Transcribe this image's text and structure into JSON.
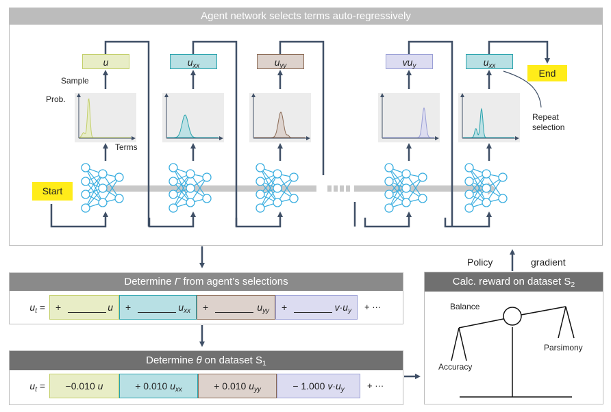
{
  "top_panel": {
    "title": "Agent network selects terms auto-regressively",
    "start_label": "Start",
    "end_label": "End",
    "sample_label": "Sample",
    "prob_label": "Prob.",
    "terms_label": "Terms",
    "repeat_label_line1": "Repeat",
    "repeat_label_line2": "selection",
    "steps": [
      {
        "term_base": "u",
        "term_sub": "",
        "color": "u"
      },
      {
        "term_base": "u",
        "term_sub": "xx",
        "color": "uxx"
      },
      {
        "term_base": "u",
        "term_sub": "yy",
        "color": "uyy"
      },
      {
        "term_base": "vu",
        "term_sub": "y",
        "color": "vuy"
      },
      {
        "term_base": "u",
        "term_sub": "xx",
        "color": "uxx"
      }
    ]
  },
  "gamma_panel": {
    "title_pre": "Determine ",
    "title_sym": "Γ",
    "title_post": " from agent’s selections",
    "lhs_base": "u",
    "lhs_sub": "t",
    "equals": "=",
    "plus": "+",
    "cells": [
      {
        "var_base": "u",
        "var_sub": ""
      },
      {
        "var_base": "u",
        "var_sub": "xx"
      },
      {
        "var_base": "u",
        "var_sub": "yy"
      },
      {
        "var_base": "v·u",
        "var_sub": "y"
      }
    ],
    "tail": "+ ···"
  },
  "theta_panel": {
    "title_pre": "Determine ",
    "title_sym": "θ",
    "title_post": " on dataset S",
    "title_sub": "1",
    "lhs_base": "u",
    "lhs_sub": "t",
    "equals": "=",
    "cells": [
      {
        "coef": "−0.010",
        "var_base": "u",
        "var_sub": ""
      },
      {
        "coef": "+ 0.010",
        "var_base": "u",
        "var_sub": "xx"
      },
      {
        "coef": "+ 0.010",
        "var_base": "u",
        "var_sub": "yy"
      },
      {
        "coef": "− 1.000",
        "var_base": "v·u",
        "var_sub": "y"
      }
    ],
    "tail": "+ ···"
  },
  "reward_panel": {
    "title_pre": "Calc. reward on dataset S",
    "title_sub": "2",
    "policy_label": "Policy",
    "gradient_label": "gradient",
    "balance_label": "Balance",
    "accuracy_label": "Accuracy",
    "parsimony_label": "Parsimony"
  },
  "colors": {
    "u": "#c3cf6a",
    "uxx": "#2aa3ad",
    "uyy": "#8a6a55",
    "vuy": "#9a9fd6",
    "network": "#3aaee0",
    "arrow": "#3f4f66",
    "highlight": "#ffec1a"
  }
}
